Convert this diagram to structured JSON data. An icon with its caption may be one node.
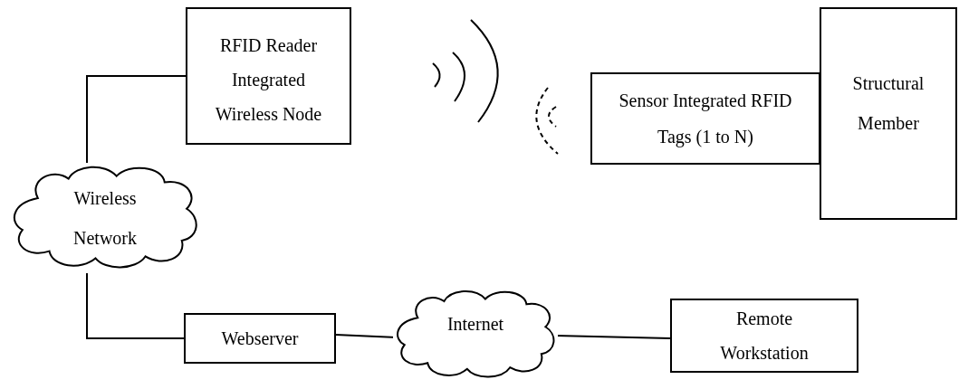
{
  "diagram": {
    "nodes": [
      {
        "text": [
          "RFID Reader Integrated Wireless Node"
        ]
      },
      {
        "text": [
          "Sensor Integrated RFID Tags (1 to N)"
        ]
      },
      {
        "text": [
          "Structural Member"
        ]
      },
      {
        "text": [
          "Wireless Network"
        ]
      },
      {
        "text": [
          "Webserver"
        ]
      },
      {
        "text": [
          "Internet"
        ]
      },
      {
        "text": [
          "Remote Workstation"
        ]
      }
    ],
    "edges": [
      {
        "from": 0,
        "to": 3,
        "arrow": "none"
      },
      {
        "from": 3,
        "to": 4,
        "arrow": "none"
      },
      {
        "from": 4,
        "to": 5,
        "arrow": "none"
      },
      {
        "from": 5,
        "to": 6,
        "arrow": "none"
      }
    ]
  }
}
